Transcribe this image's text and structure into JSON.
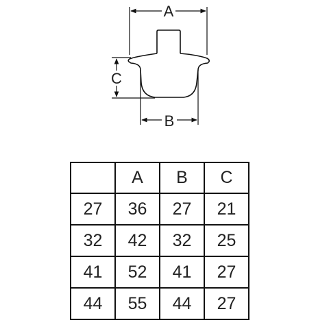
{
  "diagram": {
    "label_a": "A",
    "label_b": "B",
    "label_c": "C"
  },
  "table": {
    "header": [
      "",
      "A",
      "B",
      "C"
    ],
    "rows": [
      [
        "27",
        "36",
        "27",
        "21"
      ],
      [
        "32",
        "42",
        "32",
        "25"
      ],
      [
        "41",
        "52",
        "41",
        "27"
      ],
      [
        "44",
        "55",
        "44",
        "27"
      ]
    ]
  }
}
